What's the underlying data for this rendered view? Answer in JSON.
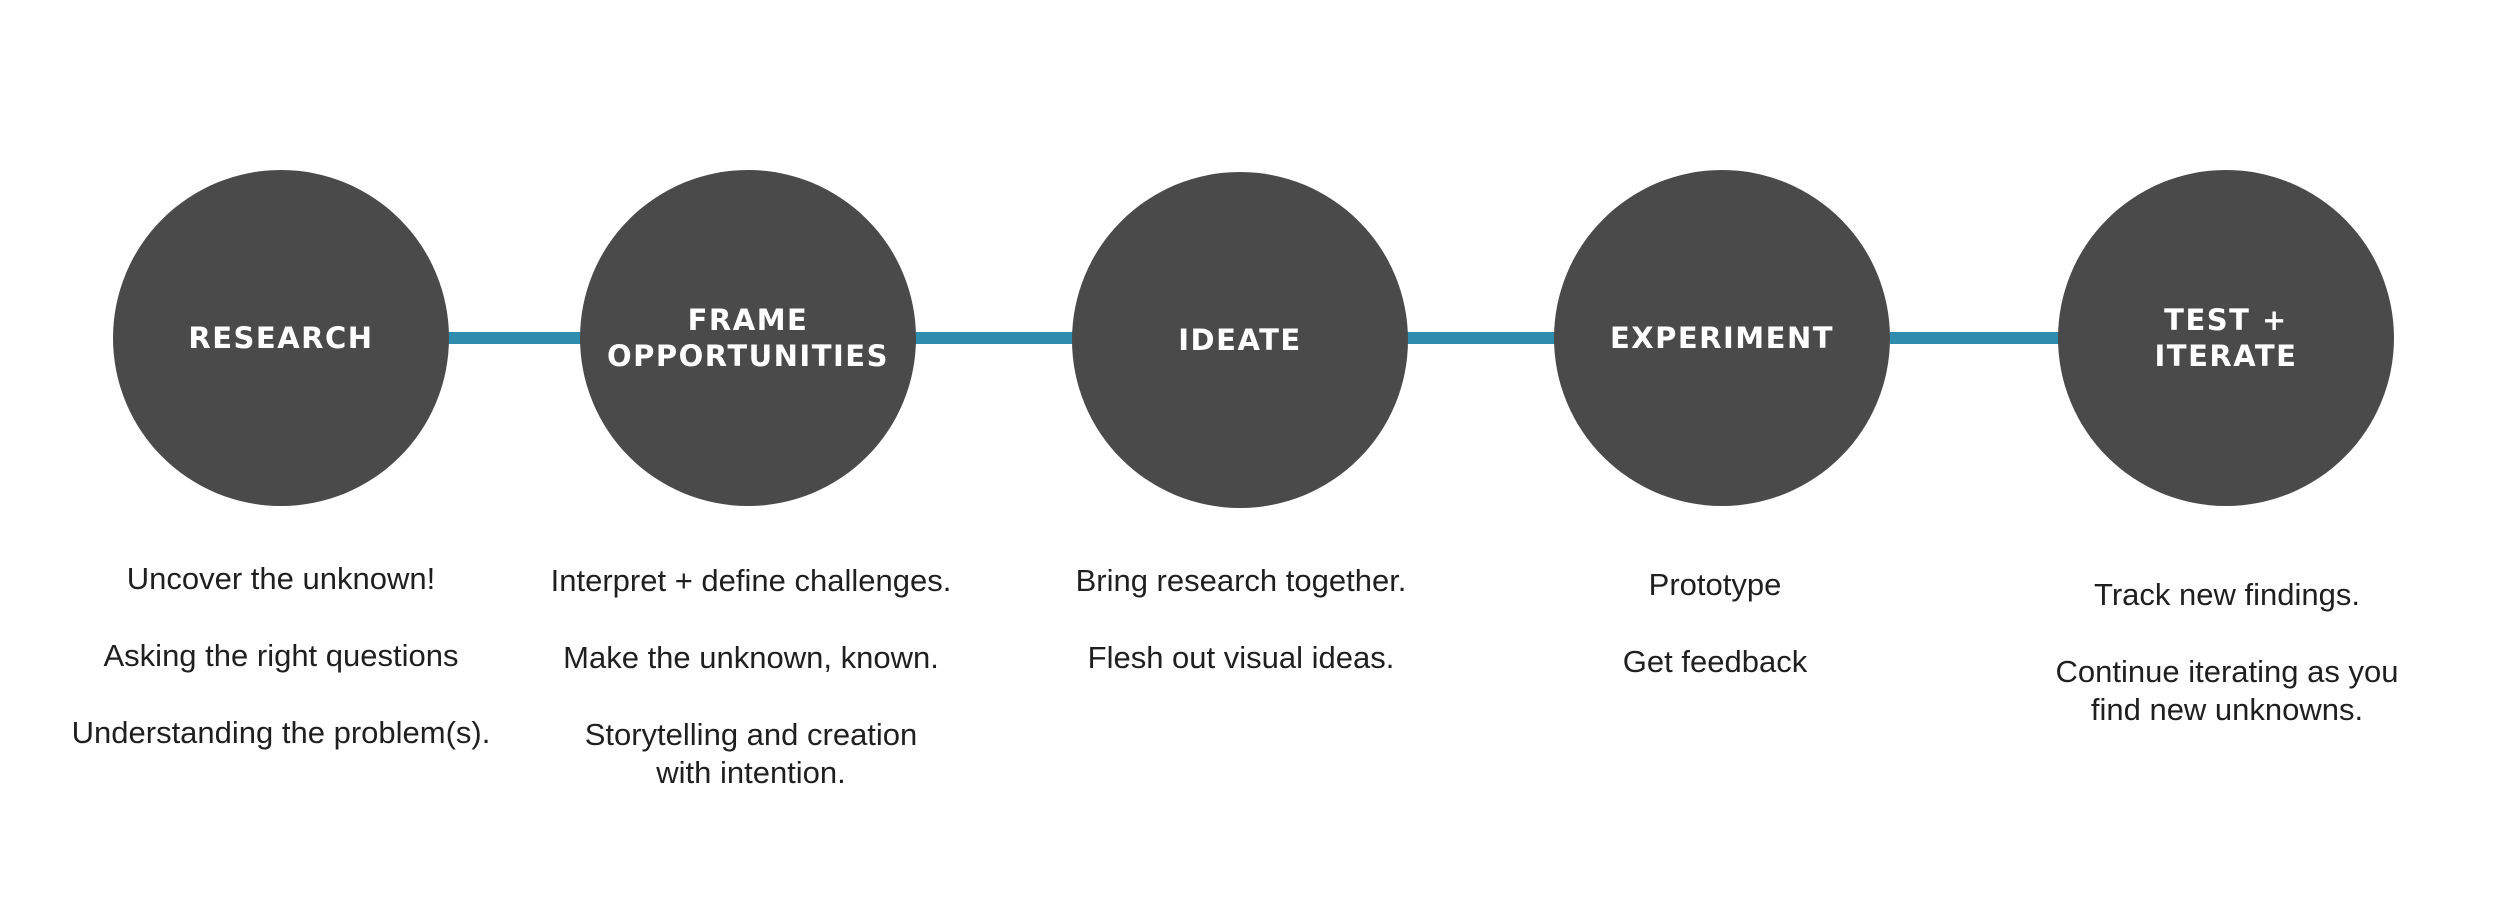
{
  "accent_color": "#2e8cae",
  "circle_color": "#4a4a4a",
  "steps": [
    {
      "title": "RESEARCH",
      "lines": [
        "Uncover the unknown!",
        "Asking the right questions",
        "Understanding the problem(s)."
      ]
    },
    {
      "title": "FRAME\nOPPORTUNITIES",
      "lines": [
        "Interpret + define challenges.",
        "Make the unknown, known.",
        "Storytelling and creation\nwith intention."
      ]
    },
    {
      "title": "IDEATE",
      "lines": [
        "Bring research together.",
        "Flesh out visual ideas."
      ]
    },
    {
      "title": "EXPERIMENT",
      "lines": [
        "Prototype",
        "Get feedback"
      ]
    },
    {
      "title": "TEST +\nITERATE",
      "lines": [
        "Track new findings.",
        "Continue iterating as you\nfind new unknowns."
      ]
    }
  ]
}
